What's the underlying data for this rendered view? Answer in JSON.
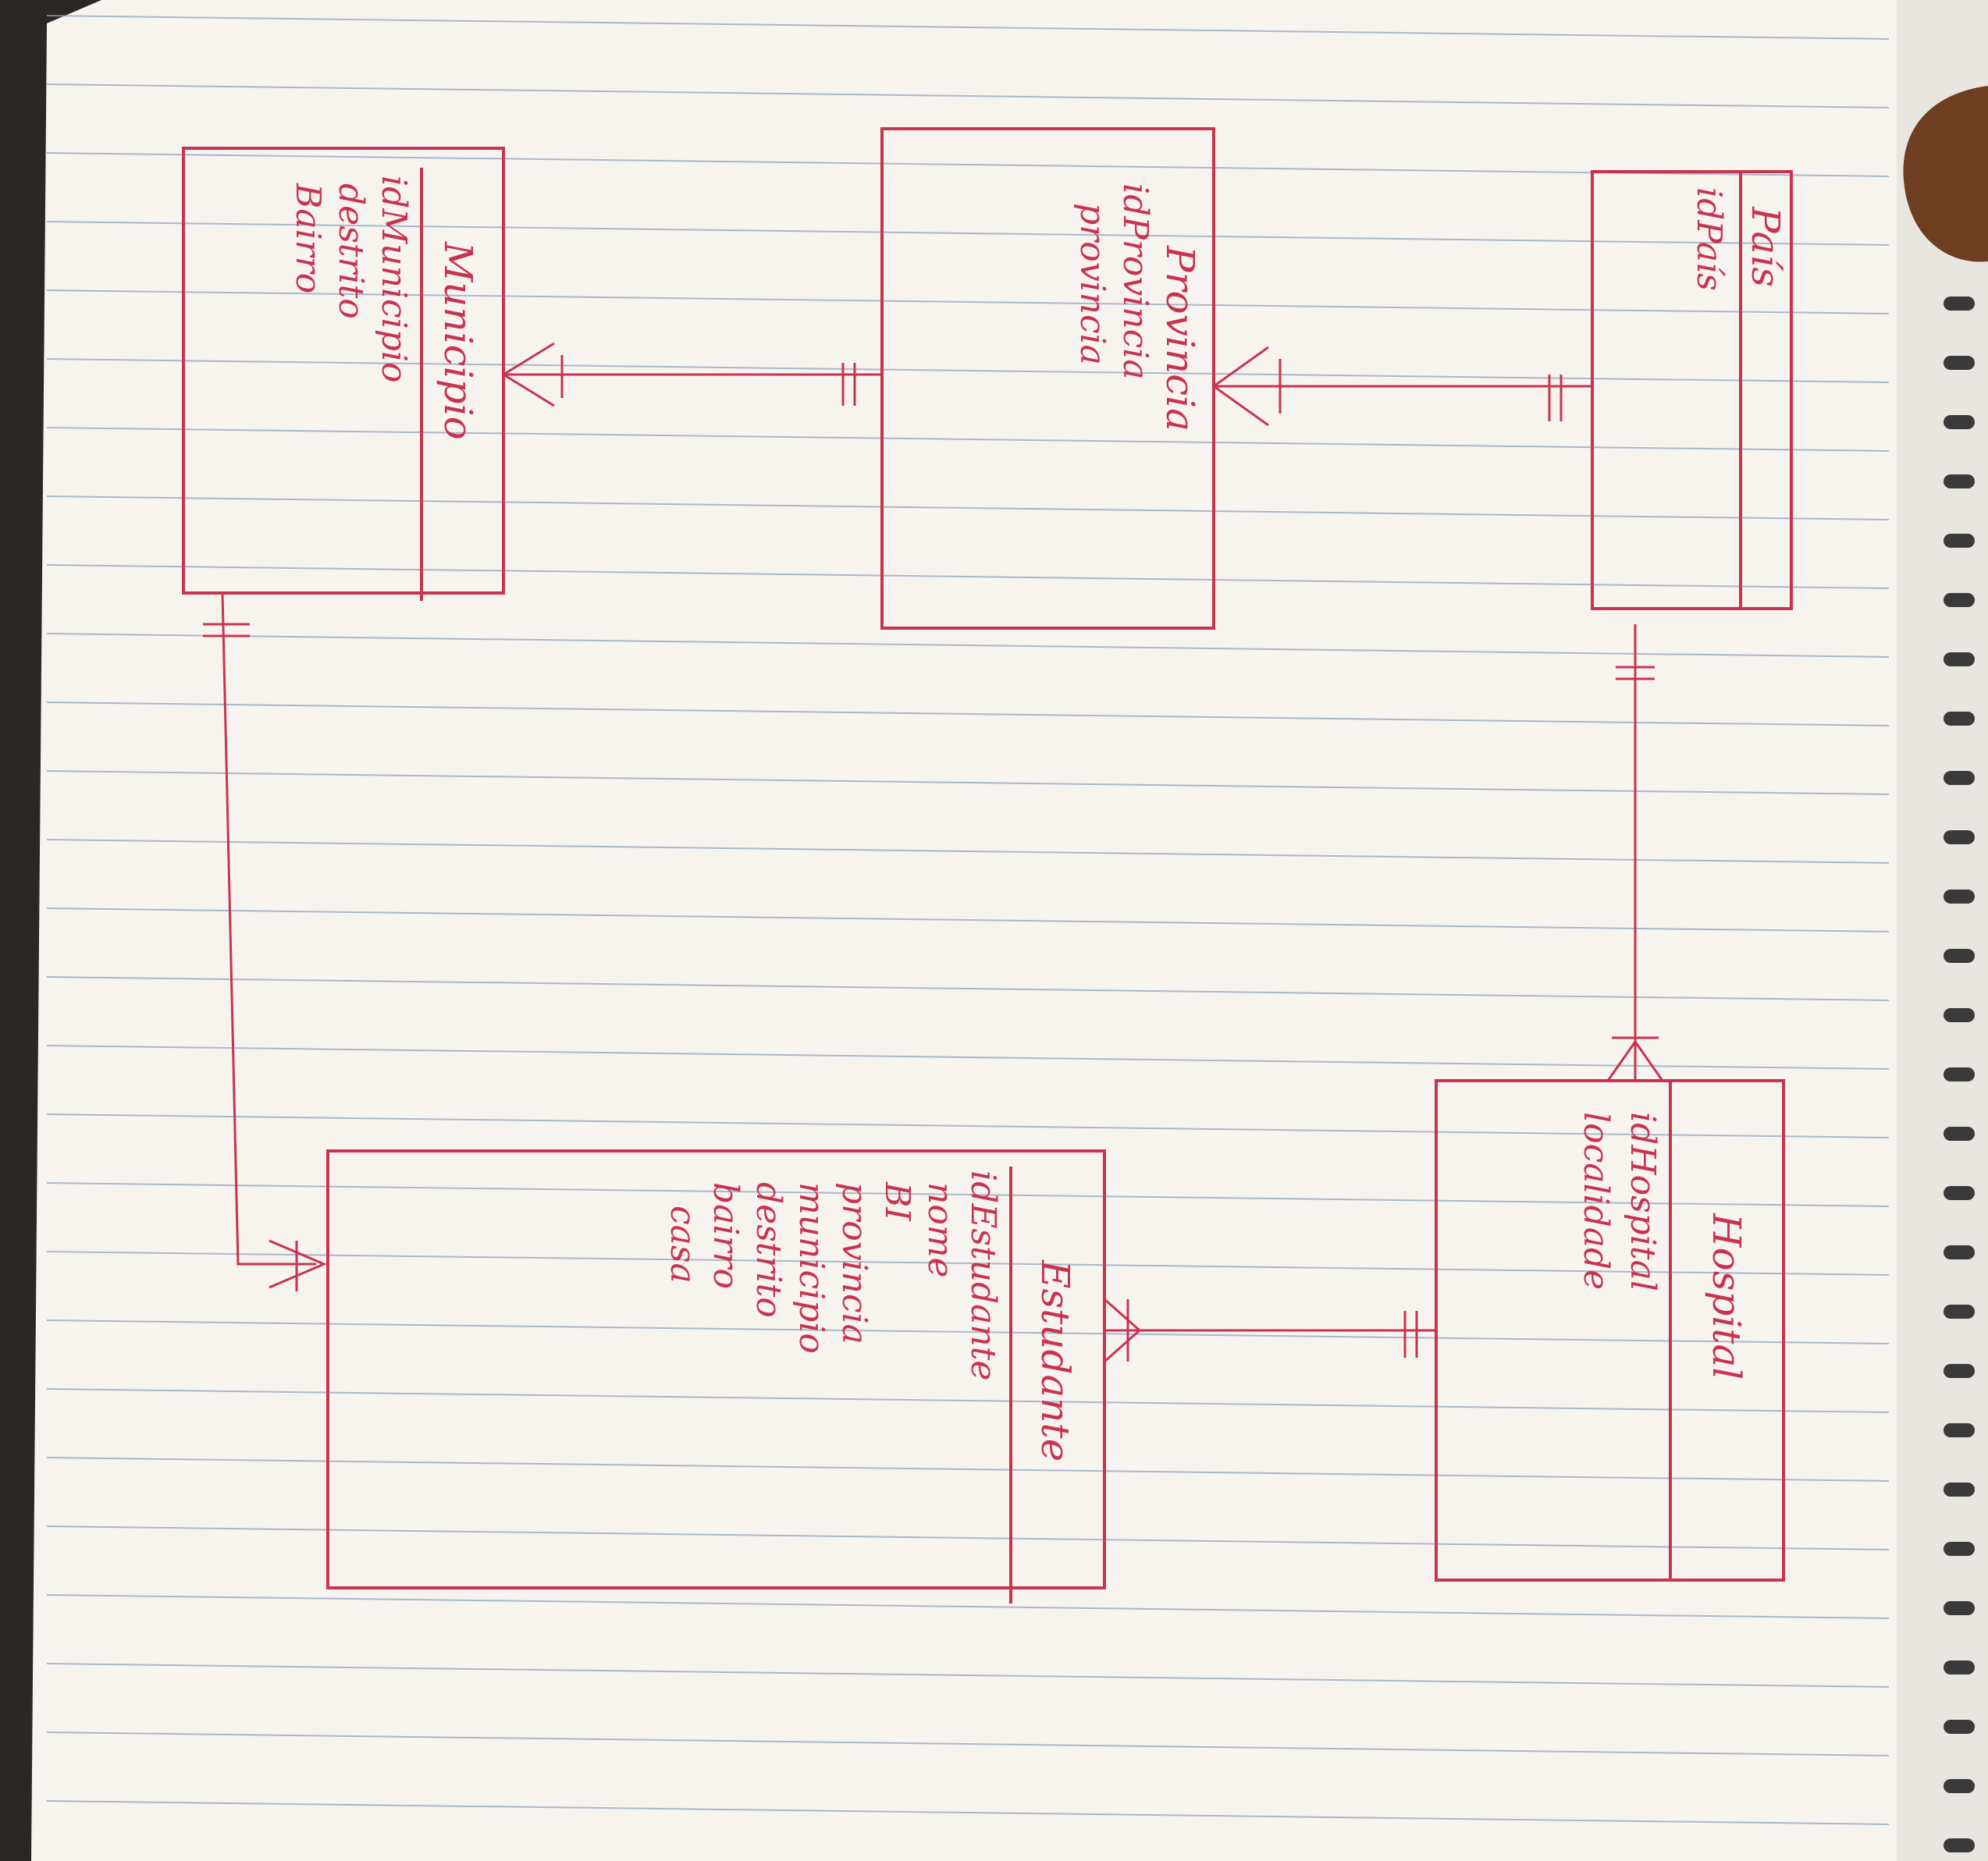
{
  "diagram": {
    "colors": {
      "ink": "#c8344f",
      "paper": "#f7f4f0",
      "rule": "#8fa3bf",
      "background": "#2b2724"
    },
    "entities": [
      {
        "id": "pais",
        "title": "País",
        "attributes": [
          "idPaís"
        ]
      },
      {
        "id": "provincia",
        "title": "Provincia",
        "attributes": [
          "idProvincia",
          "provincia"
        ]
      },
      {
        "id": "municipio",
        "title": "Municipio",
        "attributes": [
          "idMunicipio",
          "destrito",
          "Bairro"
        ]
      },
      {
        "id": "hospital",
        "title": "Hospital",
        "attributes": [
          "idHospital",
          "localidade"
        ]
      },
      {
        "id": "estudante",
        "title": "Estudante",
        "attributes": [
          "idEstudante",
          "nome",
          "BI",
          "provincia",
          "municipio",
          "destrito",
          "bairro",
          "casa"
        ]
      }
    ],
    "relationships": [
      {
        "from": "pais",
        "to": "provincia",
        "from_cardinality": "one-and-only-one",
        "to_cardinality": "one-or-many"
      },
      {
        "from": "provincia",
        "to": "municipio",
        "from_cardinality": "one-and-only-one",
        "to_cardinality": "one-or-many"
      },
      {
        "from": "pais",
        "to": "hospital",
        "from_cardinality": "one-and-only-one",
        "to_cardinality": "one-or-many"
      },
      {
        "from": "municipio",
        "to": "estudante",
        "from_cardinality": "one-and-only-one",
        "to_cardinality": "one-or-many"
      },
      {
        "from": "hospital",
        "to": "estudante",
        "from_cardinality": "one-and-only-one",
        "to_cardinality": "one-or-many"
      }
    ]
  }
}
